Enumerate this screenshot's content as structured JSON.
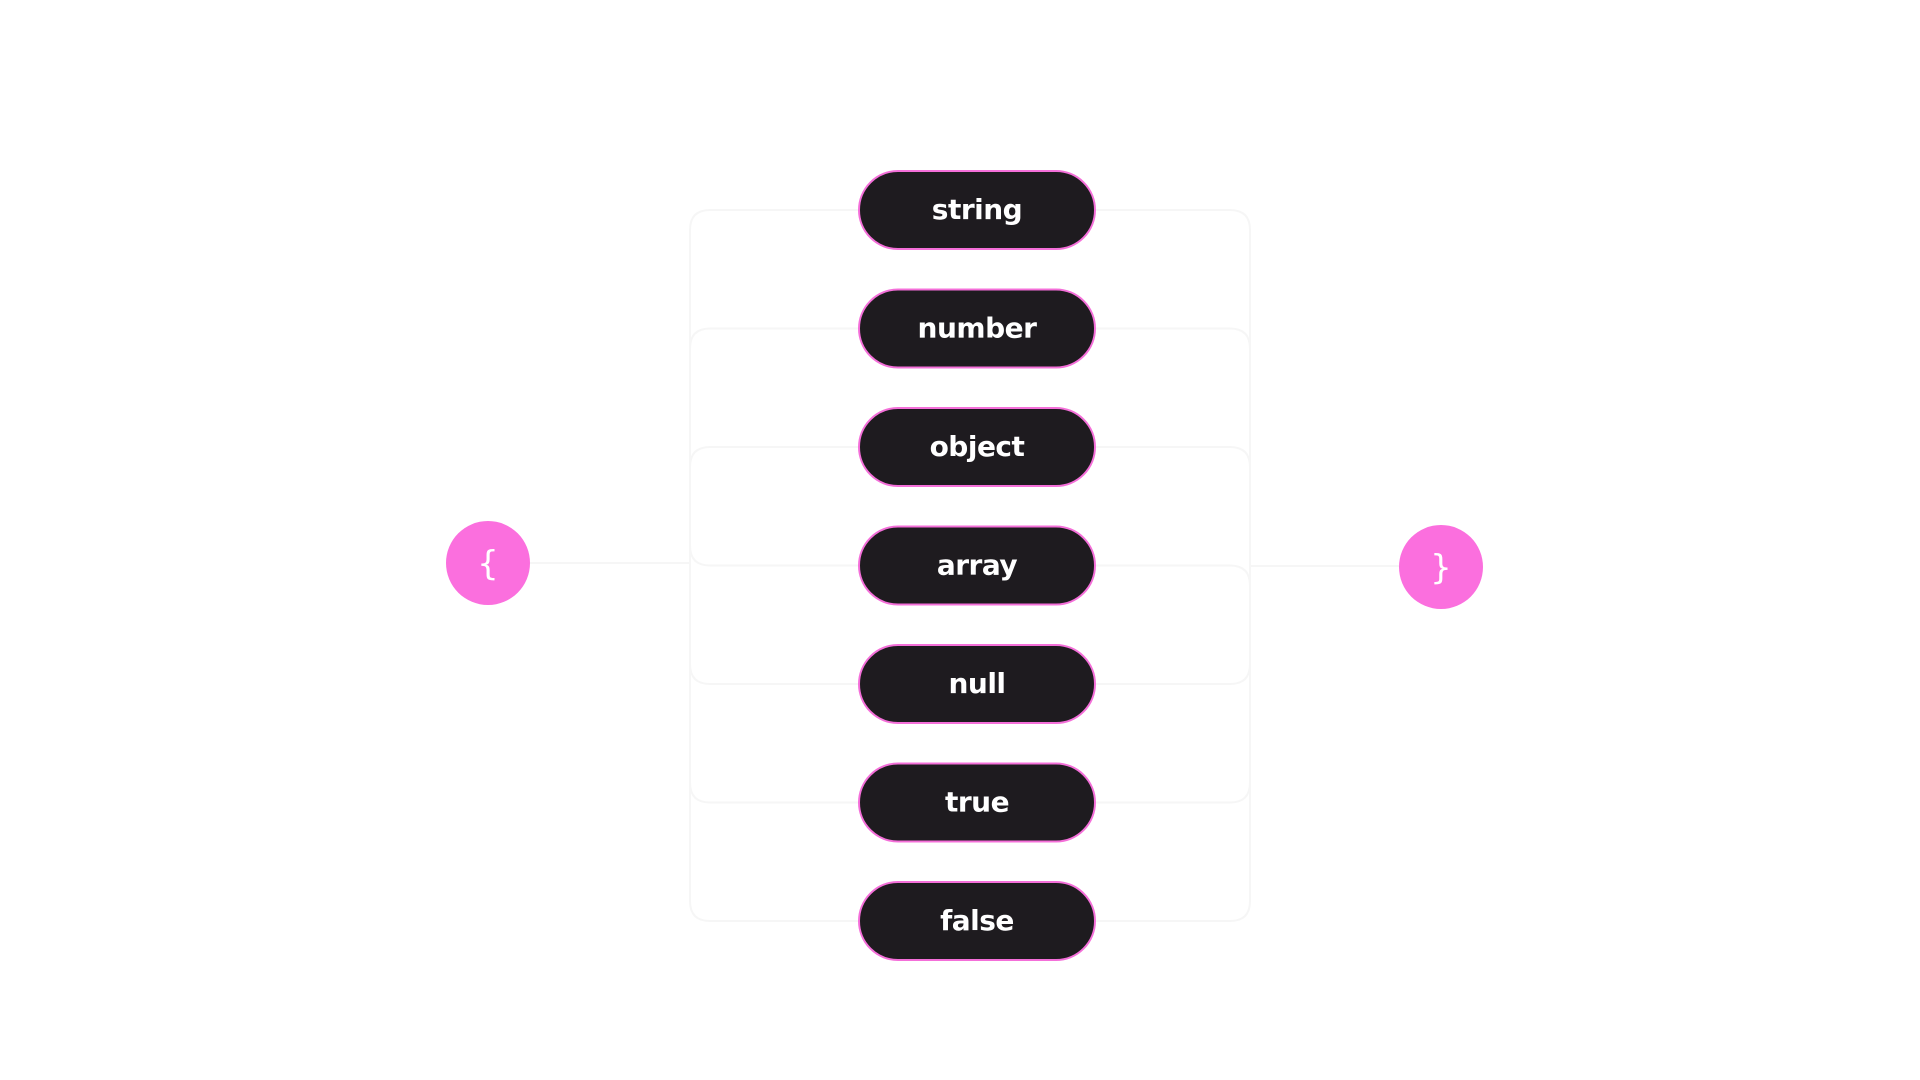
{
  "diagram": {
    "open_brace": {
      "label": "{"
    },
    "close_brace": {
      "label": "}"
    },
    "values": [
      {
        "label": "string"
      },
      {
        "label": "number"
      },
      {
        "label": "object"
      },
      {
        "label": "array"
      },
      {
        "label": "null"
      },
      {
        "label": "true"
      },
      {
        "label": "false"
      }
    ]
  },
  "colors": {
    "pill_fill": "#1e1b1f",
    "pill_border": "#f46fd9",
    "brace_fill": "#fb6fde",
    "connector": "#f6f6f6",
    "text": "#ffffff"
  }
}
